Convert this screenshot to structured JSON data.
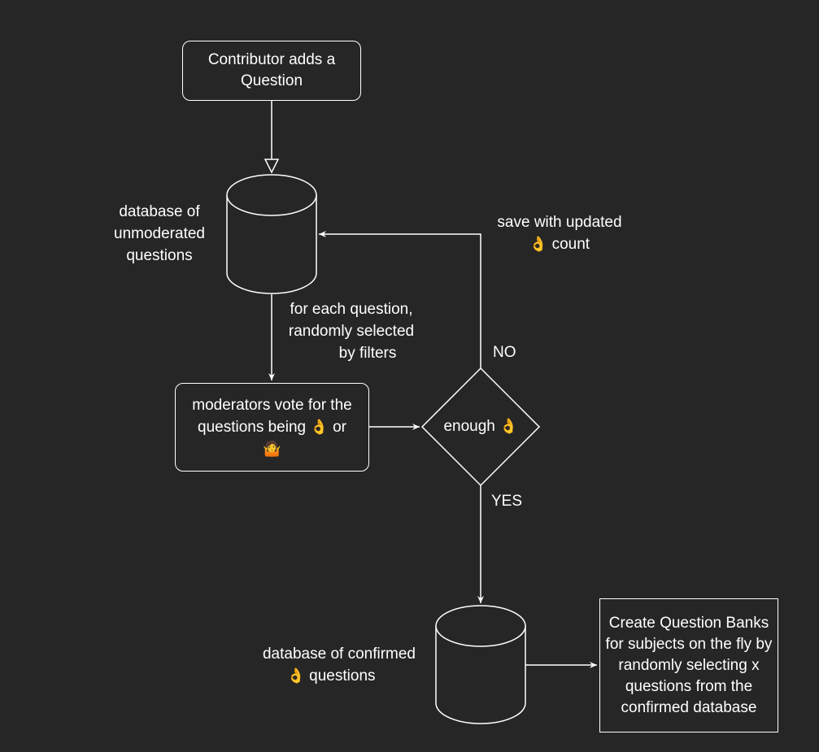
{
  "nodes": {
    "contributor": {
      "text": "Contributor adds a Question"
    },
    "moderators": {
      "text_before": "moderators vote for the questions being",
      "text_or": "or"
    },
    "decision": {
      "text": "enough"
    },
    "question_banks": {
      "text": "Create Question Banks for subjects on the fly by randomly selecting x questions from the confirmed database"
    }
  },
  "labels": {
    "db_unmoderated": {
      "line1": "database of",
      "line2": "unmoderated",
      "line3": "questions"
    },
    "for_each": {
      "line1": "for each question,",
      "line2": "randomly selected",
      "line3": "by filters"
    },
    "save_updated": {
      "line1": "save with updated",
      "line2_suffix": "count"
    },
    "no": "NO",
    "yes": "YES",
    "db_confirmed": {
      "line1": "database of confirmed",
      "line2_suffix": "questions"
    }
  },
  "icons": {
    "ok_hand": "👌",
    "shrug": "🤷"
  },
  "colors": {
    "background": "#262626",
    "stroke": "#ffffff",
    "ok_hand": "#f5c518",
    "shrug": "#4a9fe0"
  }
}
